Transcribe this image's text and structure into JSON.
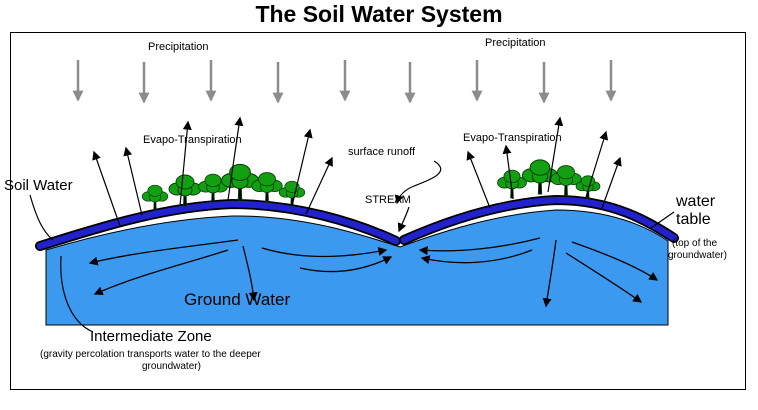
{
  "title": "The Soil Water System",
  "labels": {
    "precipitation_left": "Precipitation",
    "precipitation_right": "Precipitation",
    "evapo_left": "Evapo-Transpiration",
    "evapo_right": "Evapo-Transpiration",
    "soil_water": "Soil Water",
    "surface_runoff": "surface runoff",
    "stream": "STREAM",
    "water_table_l1": "water",
    "water_table_l2": "table",
    "water_table_sub1": "(top of the",
    "water_table_sub2": "groundwater)",
    "ground_water": "Ground Water",
    "intermediate_zone": "Intermediate Zone",
    "intermediate_sub1": "(gravity percolation transports water to the deeper",
    "intermediate_sub2": "groundwater)"
  },
  "colors": {
    "groundwater": "#3B9AF0",
    "soil_band": "#2222CC",
    "tree": "#12A012",
    "precip_gray": "#8C8C8C",
    "flow_arrow": "#000000"
  }
}
